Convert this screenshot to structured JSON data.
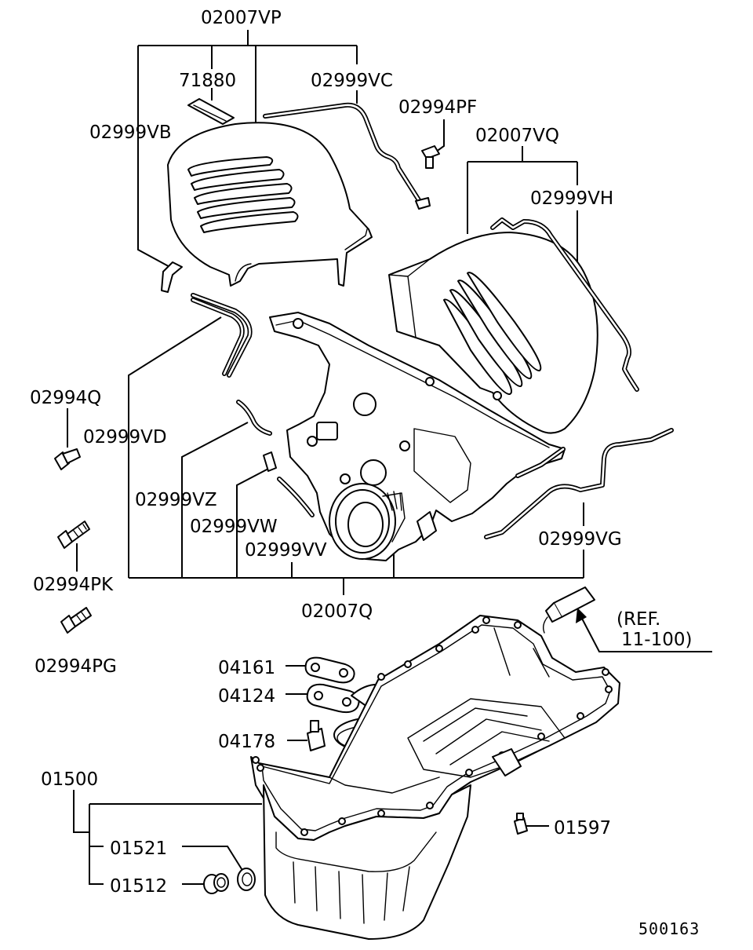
{
  "labels": {
    "p02007VP": "02007VP",
    "p71880": "71880",
    "p02999VC": "02999VC",
    "p02994PF": "02994PF",
    "p02999VB": "02999VB",
    "p02007VQ": "02007VQ",
    "p02999VH": "02999VH",
    "p02994Q": "02994Q",
    "p02999VD": "02999VD",
    "p02999VZ": "02999VZ",
    "p02999VW": "02999VW",
    "p02999VV": "02999VV",
    "p02999VG": "02999VG",
    "p02994PK": "02994PK",
    "p02007Q": "02007Q",
    "p02994PG": "02994PG",
    "ref_line1": "(REF.",
    "ref_line2": "11-100)",
    "p04161": "04161",
    "p04124": "04124",
    "p04178": "04178",
    "p01500": "01500",
    "p01597": "01597",
    "p01521": "01521",
    "p01512": "01512",
    "figure_number": "500163"
  }
}
